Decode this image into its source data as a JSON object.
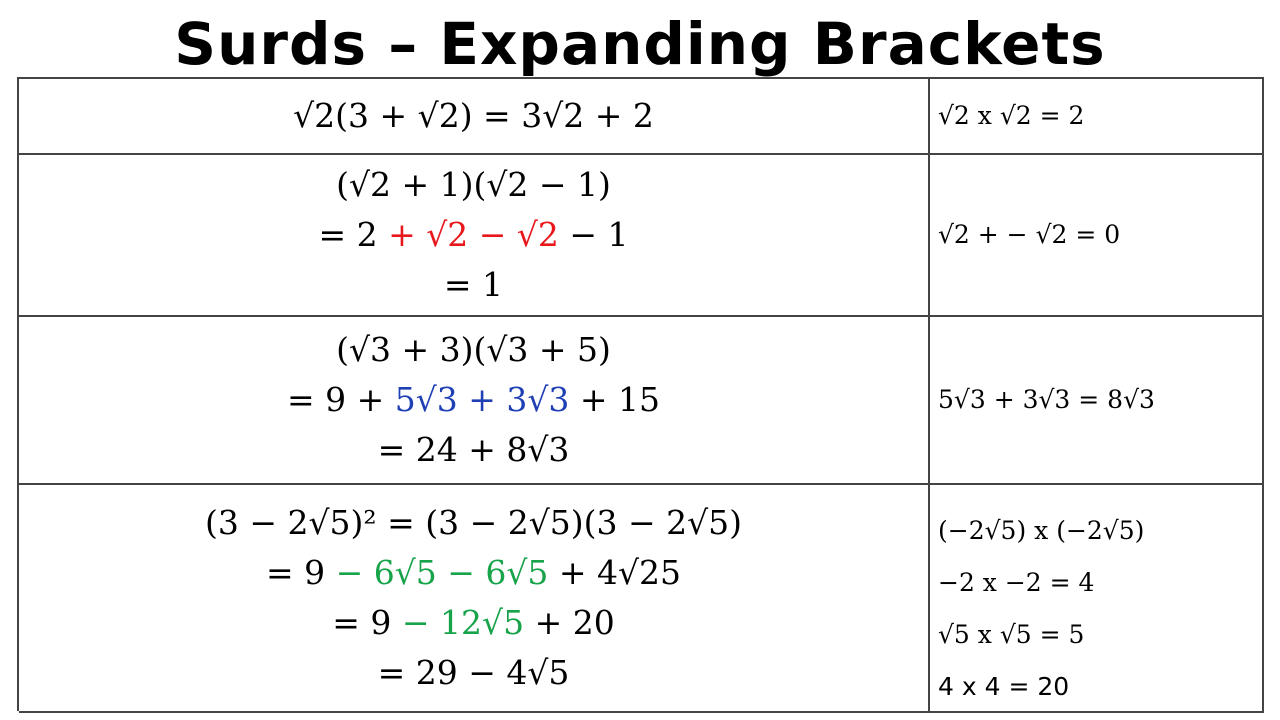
{
  "title": "Surds – Expanding Brackets",
  "colors": {
    "red": "#e8171b",
    "blue": "#1f3fb5",
    "green": "#17a34a"
  },
  "rows": [
    {
      "main": [
        {
          "parts": [
            {
              "text": "√2(3 + √2) = 3√2 + 2",
              "color": "black"
            }
          ]
        }
      ],
      "side": [
        "√2 x √2 = 2"
      ]
    },
    {
      "main": [
        {
          "parts": [
            {
              "text": "(√2 + 1)(√2 − 1)",
              "color": "black"
            }
          ]
        },
        {
          "parts": [
            {
              "text": "= 2 ",
              "color": "black"
            },
            {
              "text": "+ √2 − √2",
              "color": "red"
            },
            {
              "text": " − 1",
              "color": "black"
            }
          ]
        },
        {
          "parts": [
            {
              "text": "= 1",
              "color": "black"
            }
          ]
        }
      ],
      "side": [
        "√2 + − √2 = 0"
      ]
    },
    {
      "main": [
        {
          "parts": [
            {
              "text": "(√3 + 3)(√3 + 5)",
              "color": "black"
            }
          ]
        },
        {
          "parts": [
            {
              "text": "= 9 + ",
              "color": "black"
            },
            {
              "text": "5√3 + 3√3",
              "color": "blue"
            },
            {
              "text": " + 15",
              "color": "black"
            }
          ]
        },
        {
          "parts": [
            {
              "text": "= 24 + 8√3",
              "color": "black"
            }
          ]
        }
      ],
      "side": [
        "5√3 + 3√3 = 8√3"
      ]
    },
    {
      "main": [
        {
          "parts": [
            {
              "text": "(3 − 2√5)² = (3 − 2√5)(3 − 2√5)",
              "color": "black"
            }
          ]
        },
        {
          "parts": [
            {
              "text": "= 9 ",
              "color": "black"
            },
            {
              "text": "− 6√5 − 6√5",
              "color": "green"
            },
            {
              "text": " + 4√25",
              "color": "black"
            }
          ]
        },
        {
          "parts": [
            {
              "text": "= 9 ",
              "color": "black"
            },
            {
              "text": "− 12√5",
              "color": "green"
            },
            {
              "text": " + 20",
              "color": "black"
            }
          ]
        },
        {
          "parts": [
            {
              "text": "= 29 − 4√5",
              "color": "black"
            }
          ]
        }
      ],
      "side": [
        "(−2√5) x (−2√5)",
        "−2 x −2 = 4",
        "√5 x √5 = 5",
        "4 x 4 = 20"
      ]
    }
  ]
}
